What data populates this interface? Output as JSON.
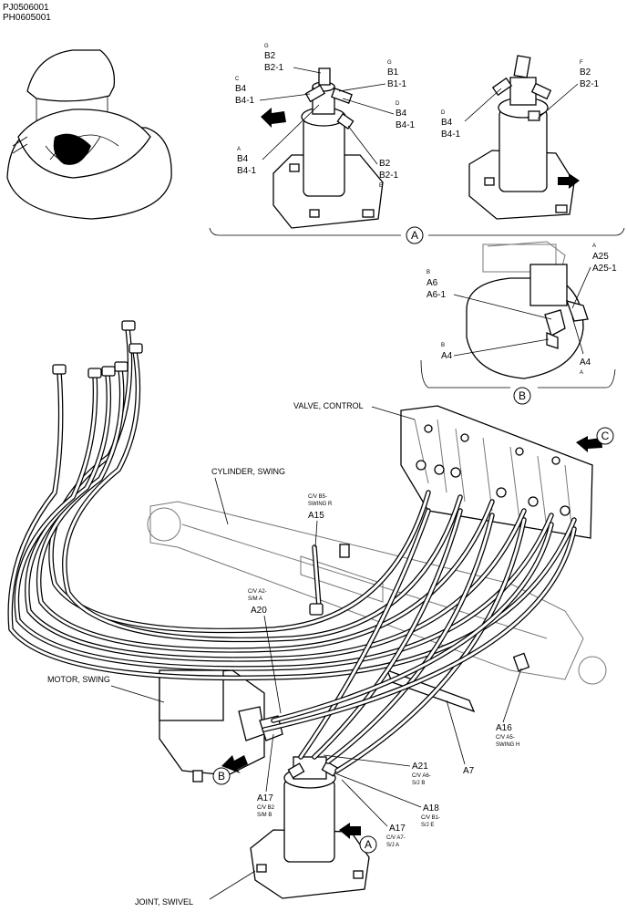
{
  "header": {
    "line1": "PJ0506001",
    "line2": "PH0605001"
  },
  "callouts": {
    "a": "A",
    "b": "B",
    "c": "C"
  },
  "components": {
    "valve_control": "VALVE, CONTROL",
    "cylinder_swing": "CYLINDER, SWING",
    "motor_swing": "MOTOR, SWING",
    "joint_swivel": "JOINT, SWIVEL"
  },
  "detail_a_left": {
    "g_top": {
      "letter": "G",
      "l1": "B2",
      "l2": "B2-1"
    },
    "g_right": {
      "letter": "G",
      "l1": "B1",
      "l2": "B1-1"
    },
    "c": {
      "letter": "C",
      "l1": "B4",
      "l2": "B4-1"
    },
    "d": {
      "letter": "D",
      "l1": "B4",
      "l2": "B4-1"
    },
    "a": {
      "letter": "A",
      "l1": "B4",
      "l2": "B4-1"
    },
    "e": {
      "l1": "B2",
      "l2": "B2-1",
      "letter": "E"
    }
  },
  "detail_a_right": {
    "f": {
      "letter": "F",
      "l1": "B2",
      "l2": "B2-1"
    },
    "d": {
      "letter": "D",
      "l1": "B4",
      "l2": "B4-1"
    }
  },
  "detail_b": {
    "a25": {
      "letter": "A",
      "l1": "A25",
      "l2": "A25-1"
    },
    "a6": {
      "letter": "B",
      "l1": "A6",
      "l2": "A6-1"
    },
    "a4l": {
      "letter": "B",
      "l1": "A4"
    },
    "a4r": {
      "l1": "A4",
      "letter": "A"
    }
  },
  "main": {
    "a15": {
      "sub1": "C/V B5-",
      "sub2": "SWING R",
      "id": "A15"
    },
    "a20": {
      "sub1": "C/V A2-",
      "sub2": "S/M A",
      "id": "A20"
    },
    "a16": {
      "id": "A16",
      "sub1": "C/V A5-",
      "sub2": "SWING H"
    },
    "a21": {
      "id": "A21",
      "sub1": "C/V A6-",
      "sub2": "S/J B"
    },
    "a18": {
      "id": "A18",
      "sub1": "C/V B1-",
      "sub2": "S/J E"
    },
    "a17r": {
      "id": "A17",
      "sub1": "C/V A7-",
      "sub2": "S/J A"
    },
    "a17l": {
      "id": "A17",
      "sub1": "C/V B2",
      "sub2": "S/M B"
    },
    "a7": {
      "id": "A7"
    }
  }
}
